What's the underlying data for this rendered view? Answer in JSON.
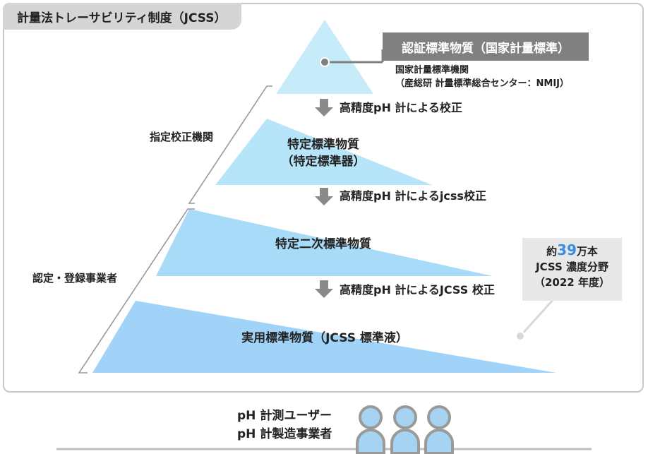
{
  "title": "計量法トレーサビリティ制度（JCSS）",
  "top_standard": {
    "header": "認証標準物質（国家計量標準）",
    "institution_line1": "国家計量標準機関",
    "institution_line2": "（産総研 計量標準総合センター：NMIJ）"
  },
  "tiers": [
    {
      "line1": "特定標準物質",
      "line2": "（特定標準器）"
    },
    {
      "line1": "特定二次標準物質"
    },
    {
      "line1": "実用標準物質（JCSS 標準液）"
    }
  ],
  "steps": [
    "高精度pH 計による校正",
    "高精度pH 計によるjcss校正",
    "高精度pH 計によるJCSS 校正"
  ],
  "side_labels": {
    "designated": "指定校正機関",
    "accredited": "認定・登録事業者"
  },
  "count_box": {
    "prefix": "約",
    "number": "39",
    "suffix": "万本",
    "line2": "JCSS 濃度分野",
    "line3": "（2022 年度）"
  },
  "users": {
    "line1": "pH 計測ユーザー",
    "line2": "pH 計製造事業者"
  },
  "colors": {
    "tier1": "#c6ecfa",
    "tier2": "#b6e5f9",
    "tier3": "#a8dbf7",
    "tier4": "#a0d3f7",
    "arrow": "#8a8a8a",
    "connector": "#808080",
    "person": "#a6d3f2",
    "person_outline": "#9a9a9a"
  }
}
